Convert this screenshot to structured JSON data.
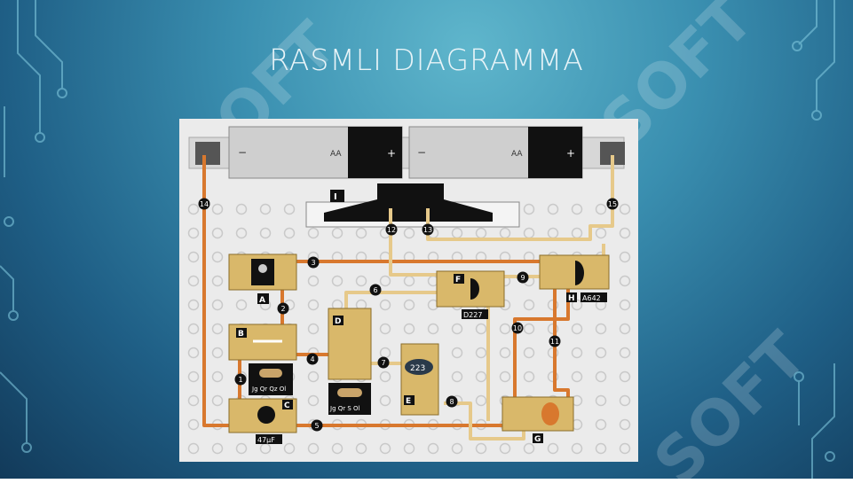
{
  "slide": {
    "title": "RASMLI DIAGRAMMA",
    "watermark": "SOFT"
  },
  "battery": {
    "left_minus": "−",
    "left_type": "AA",
    "left_plus": "+",
    "right_minus": "−",
    "right_type": "AA",
    "right_plus": "+"
  },
  "modules": {
    "I": "I",
    "A": "A",
    "B": "B",
    "C": "C",
    "D": "D",
    "E": "E",
    "F": "F",
    "G": "G",
    "H": "H",
    "C_value": "47μF",
    "F_value": "D227",
    "H_value": "A642",
    "E_value": "223",
    "resistor1": "Jg Qr Qz Ol",
    "resistor2": "Jg Qr S Ol"
  },
  "wires": [
    "1",
    "2",
    "3",
    "4",
    "5",
    "6",
    "7",
    "8",
    "9",
    "10",
    "11",
    "12",
    "13",
    "14",
    "15"
  ],
  "colors": {
    "orange_wire": "#d8782e",
    "yellow_wire": "#e6c98a",
    "module": "#d9b86a",
    "board": "#ebebeb"
  }
}
